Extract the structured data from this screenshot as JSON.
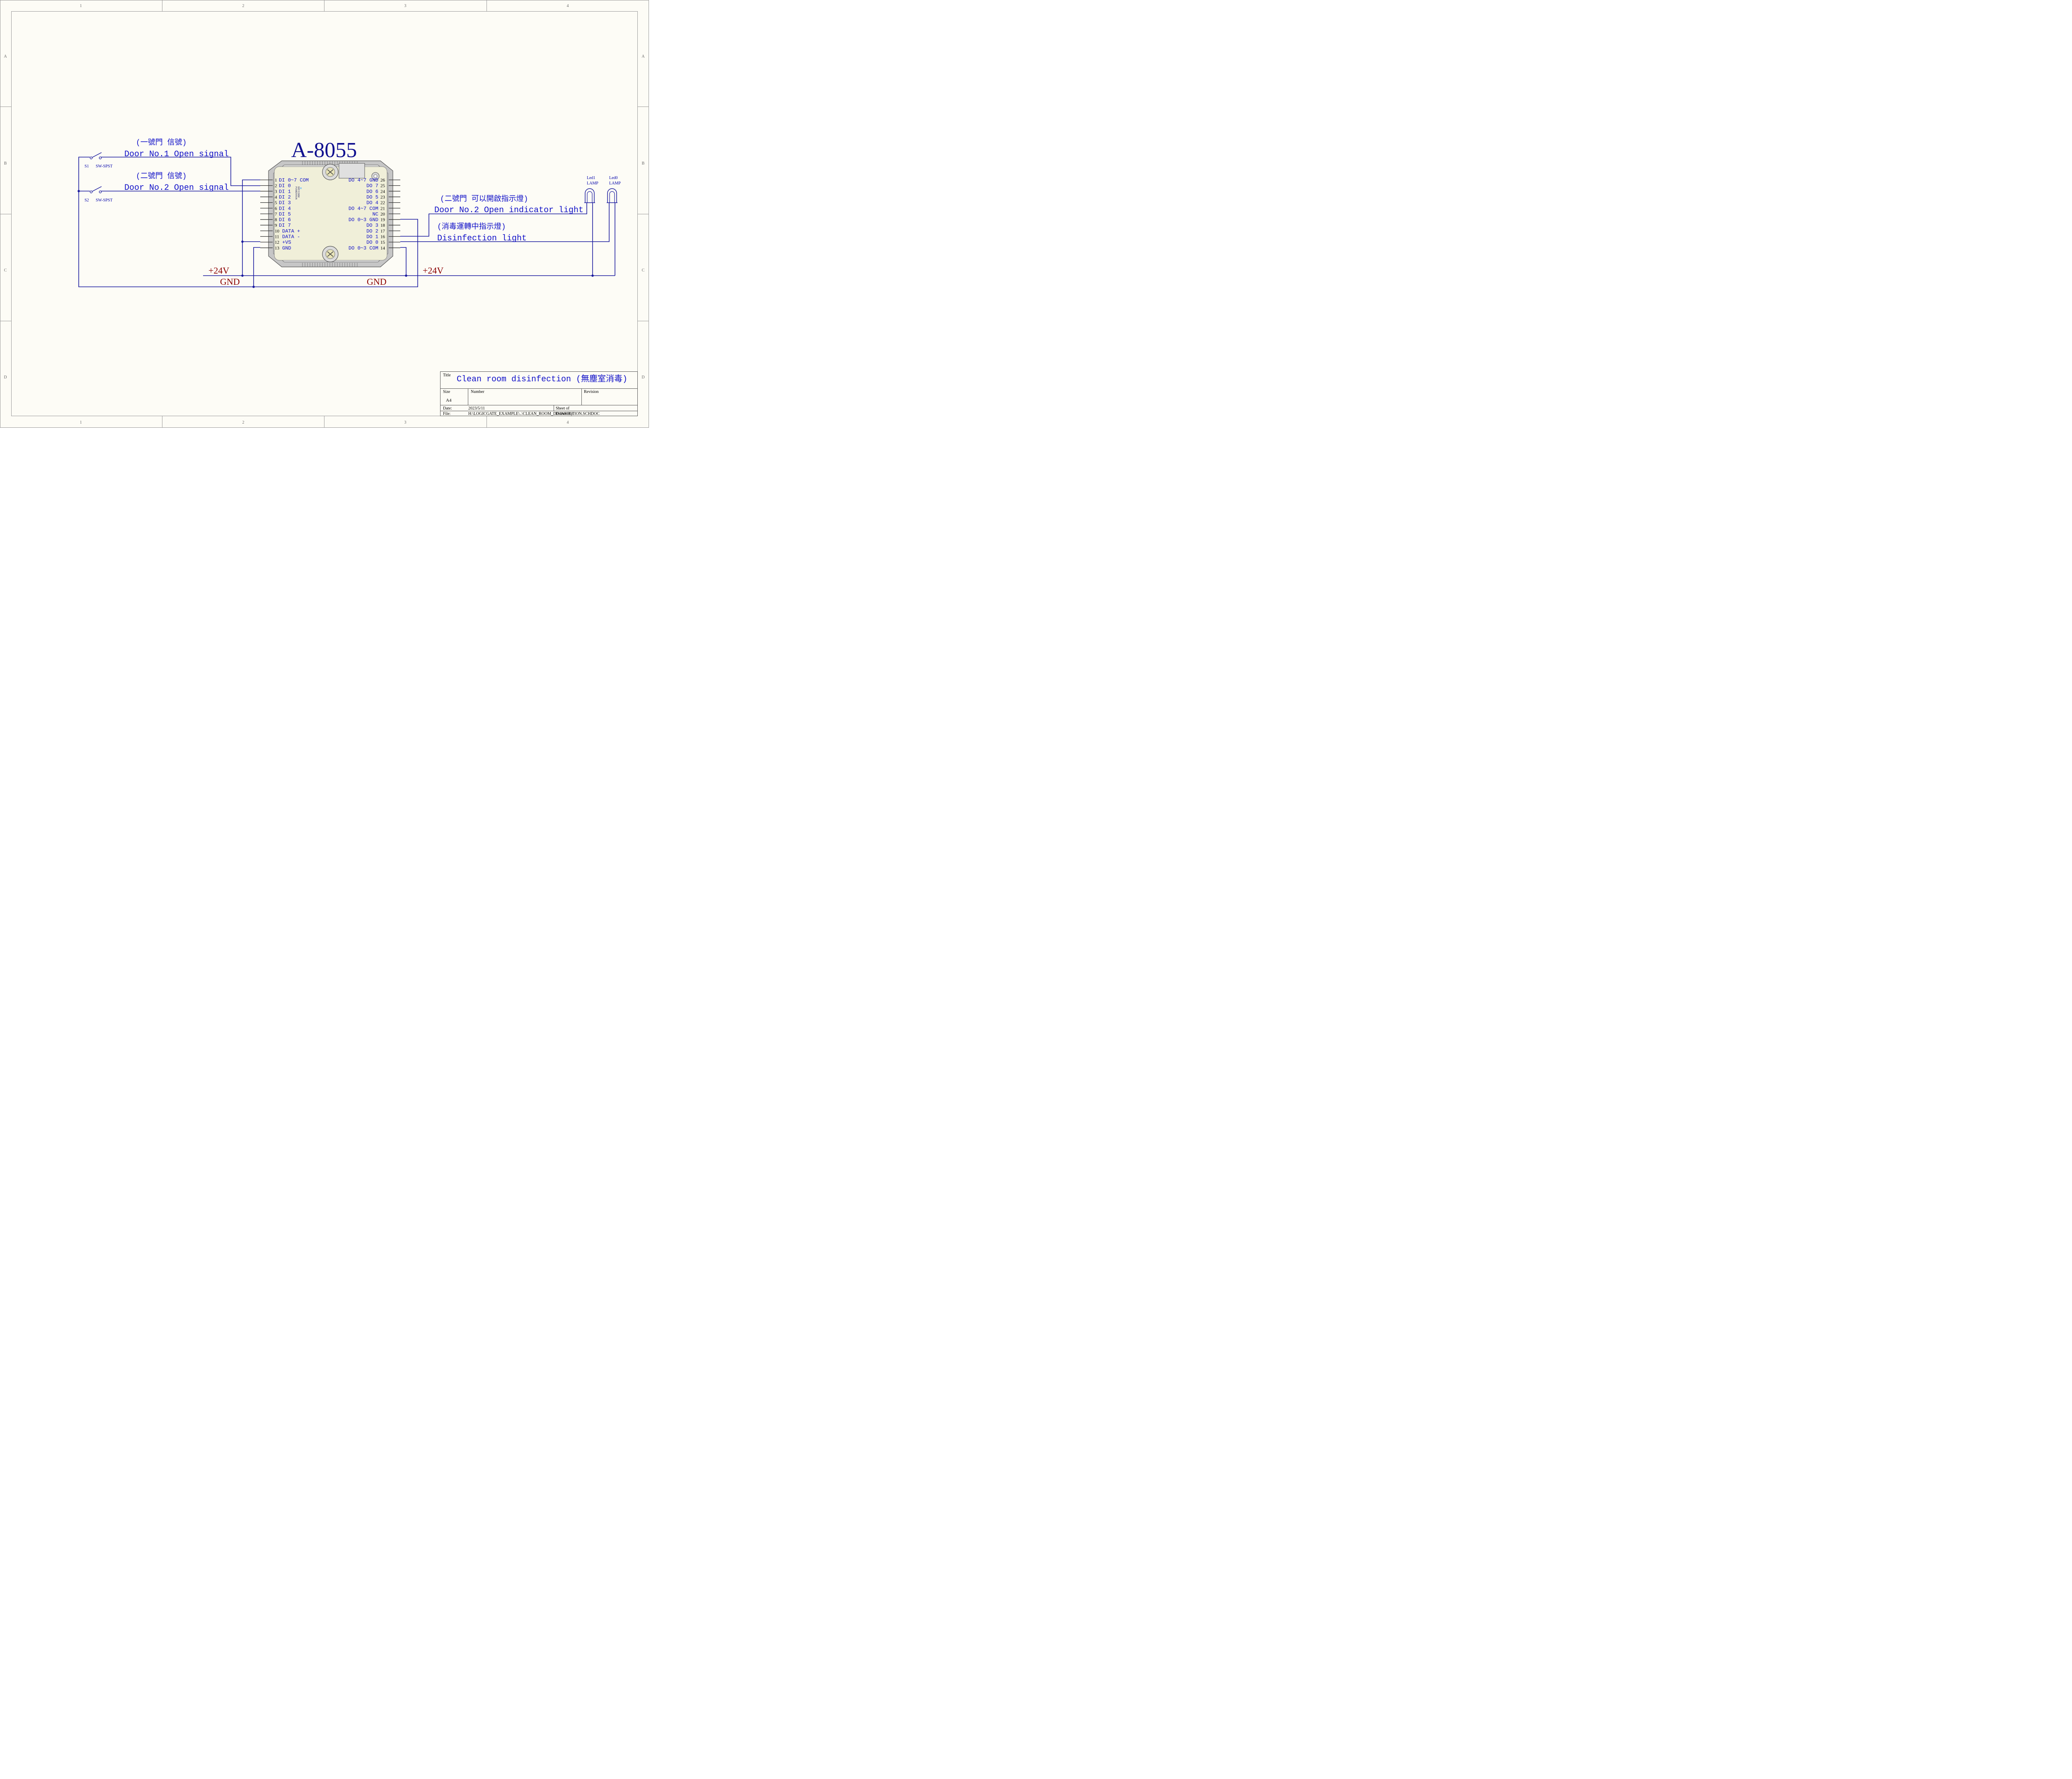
{
  "border": {
    "columns": [
      "1",
      "2",
      "3",
      "4"
    ],
    "rows": [
      "A",
      "B",
      "C",
      "D"
    ]
  },
  "module": {
    "name": "A-8055",
    "led_labels": [
      "POWER/RUN",
      "BAT/COMM"
    ],
    "left_pins": [
      {
        "num": "1",
        "label": "DI 0~7 COM"
      },
      {
        "num": "2",
        "label": "DI 0"
      },
      {
        "num": "3",
        "label": "DI 1"
      },
      {
        "num": "4",
        "label": "DI 2"
      },
      {
        "num": "5",
        "label": "DI 3"
      },
      {
        "num": "6",
        "label": "DI 4"
      },
      {
        "num": "7",
        "label": "DI 5"
      },
      {
        "num": "8",
        "label": "DI 6"
      },
      {
        "num": "9",
        "label": "DI 7"
      },
      {
        "num": "10",
        "label": "DATA +"
      },
      {
        "num": "11",
        "label": "DATA -"
      },
      {
        "num": "12",
        "label": "+VS"
      },
      {
        "num": "13",
        "label": "GND"
      }
    ],
    "right_pins": [
      {
        "num": "26",
        "label": "DO 4~7 GND"
      },
      {
        "num": "25",
        "label": "DO 7"
      },
      {
        "num": "24",
        "label": "DO 6"
      },
      {
        "num": "23",
        "label": "DO 5"
      },
      {
        "num": "22",
        "label": "DO 4"
      },
      {
        "num": "21",
        "label": "DO 4~7 COM"
      },
      {
        "num": "20",
        "label": "NC"
      },
      {
        "num": "19",
        "label": "DO 0~3 GND"
      },
      {
        "num": "18",
        "label": "DO 3"
      },
      {
        "num": "17",
        "label": "DO 2"
      },
      {
        "num": "16",
        "label": "DO 1"
      },
      {
        "num": "15",
        "label": "DO 0"
      },
      {
        "num": "14",
        "label": "DO 0~3 COM"
      }
    ]
  },
  "switches": [
    {
      "designator": "S1",
      "part": "SW-SPST",
      "caption_cn": "(一號門 信號)",
      "caption_en": "Door No.1  Open signal"
    },
    {
      "designator": "S2",
      "part": "SW-SPST",
      "caption_cn": "(二號門 信號)",
      "caption_en": "Door No.2  Open signal"
    }
  ],
  "lamps": [
    {
      "designator": "Led1",
      "part": "LAMP"
    },
    {
      "designator": "Led0",
      "part": "LAMP"
    }
  ],
  "output_labels": [
    {
      "cn": "(二號門 可以開啟指示燈)",
      "en": "Door No.2  Open indicator light"
    },
    {
      "cn": "(消毒運轉中指示燈)",
      "en": "Disinfection light"
    }
  ],
  "power_labels": {
    "v24_left": "+24V",
    "v24_right": "+24V",
    "gnd_left": "GND",
    "gnd_right": "GND"
  },
  "title_block": {
    "title_caption": "Title",
    "title_value": "Clean room disinfection (無塵室消毒)",
    "size_caption": "Size",
    "size_value": "A4",
    "number_caption": "Number",
    "revision_caption": "Revision",
    "date_caption": "Date:",
    "date_value": "2023/5/11",
    "sheet_caption": "Sheet   of",
    "file_caption": "File:",
    "file_value": "H:\\LOGICGATE_EXAMPLE\\..\\CLEAN_ROOM_DISINFECTION.SCHDOC",
    "drawn_by_caption": "Drawn By:"
  },
  "colors": {
    "wire": "#1a1a9e",
    "pin_text": "#1010c8",
    "power_text": "#8b0000",
    "paper": "#fdfcf6",
    "module_face": "#f0efd9",
    "module_frame": "#c4c4c4"
  }
}
